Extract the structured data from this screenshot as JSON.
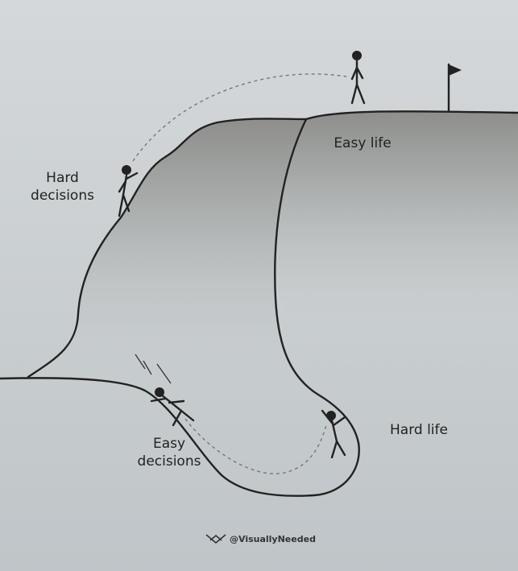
{
  "labels": {
    "hard_decisions": "Hard decisions",
    "easy_life": "Easy life",
    "easy_decisions": "Easy decisions",
    "hard_life": "Hard life"
  },
  "watermark": "@VisuallyNeeded",
  "colors": {
    "background": "#c8cdcf",
    "ink": "#222222",
    "shade": "#8f9291"
  }
}
